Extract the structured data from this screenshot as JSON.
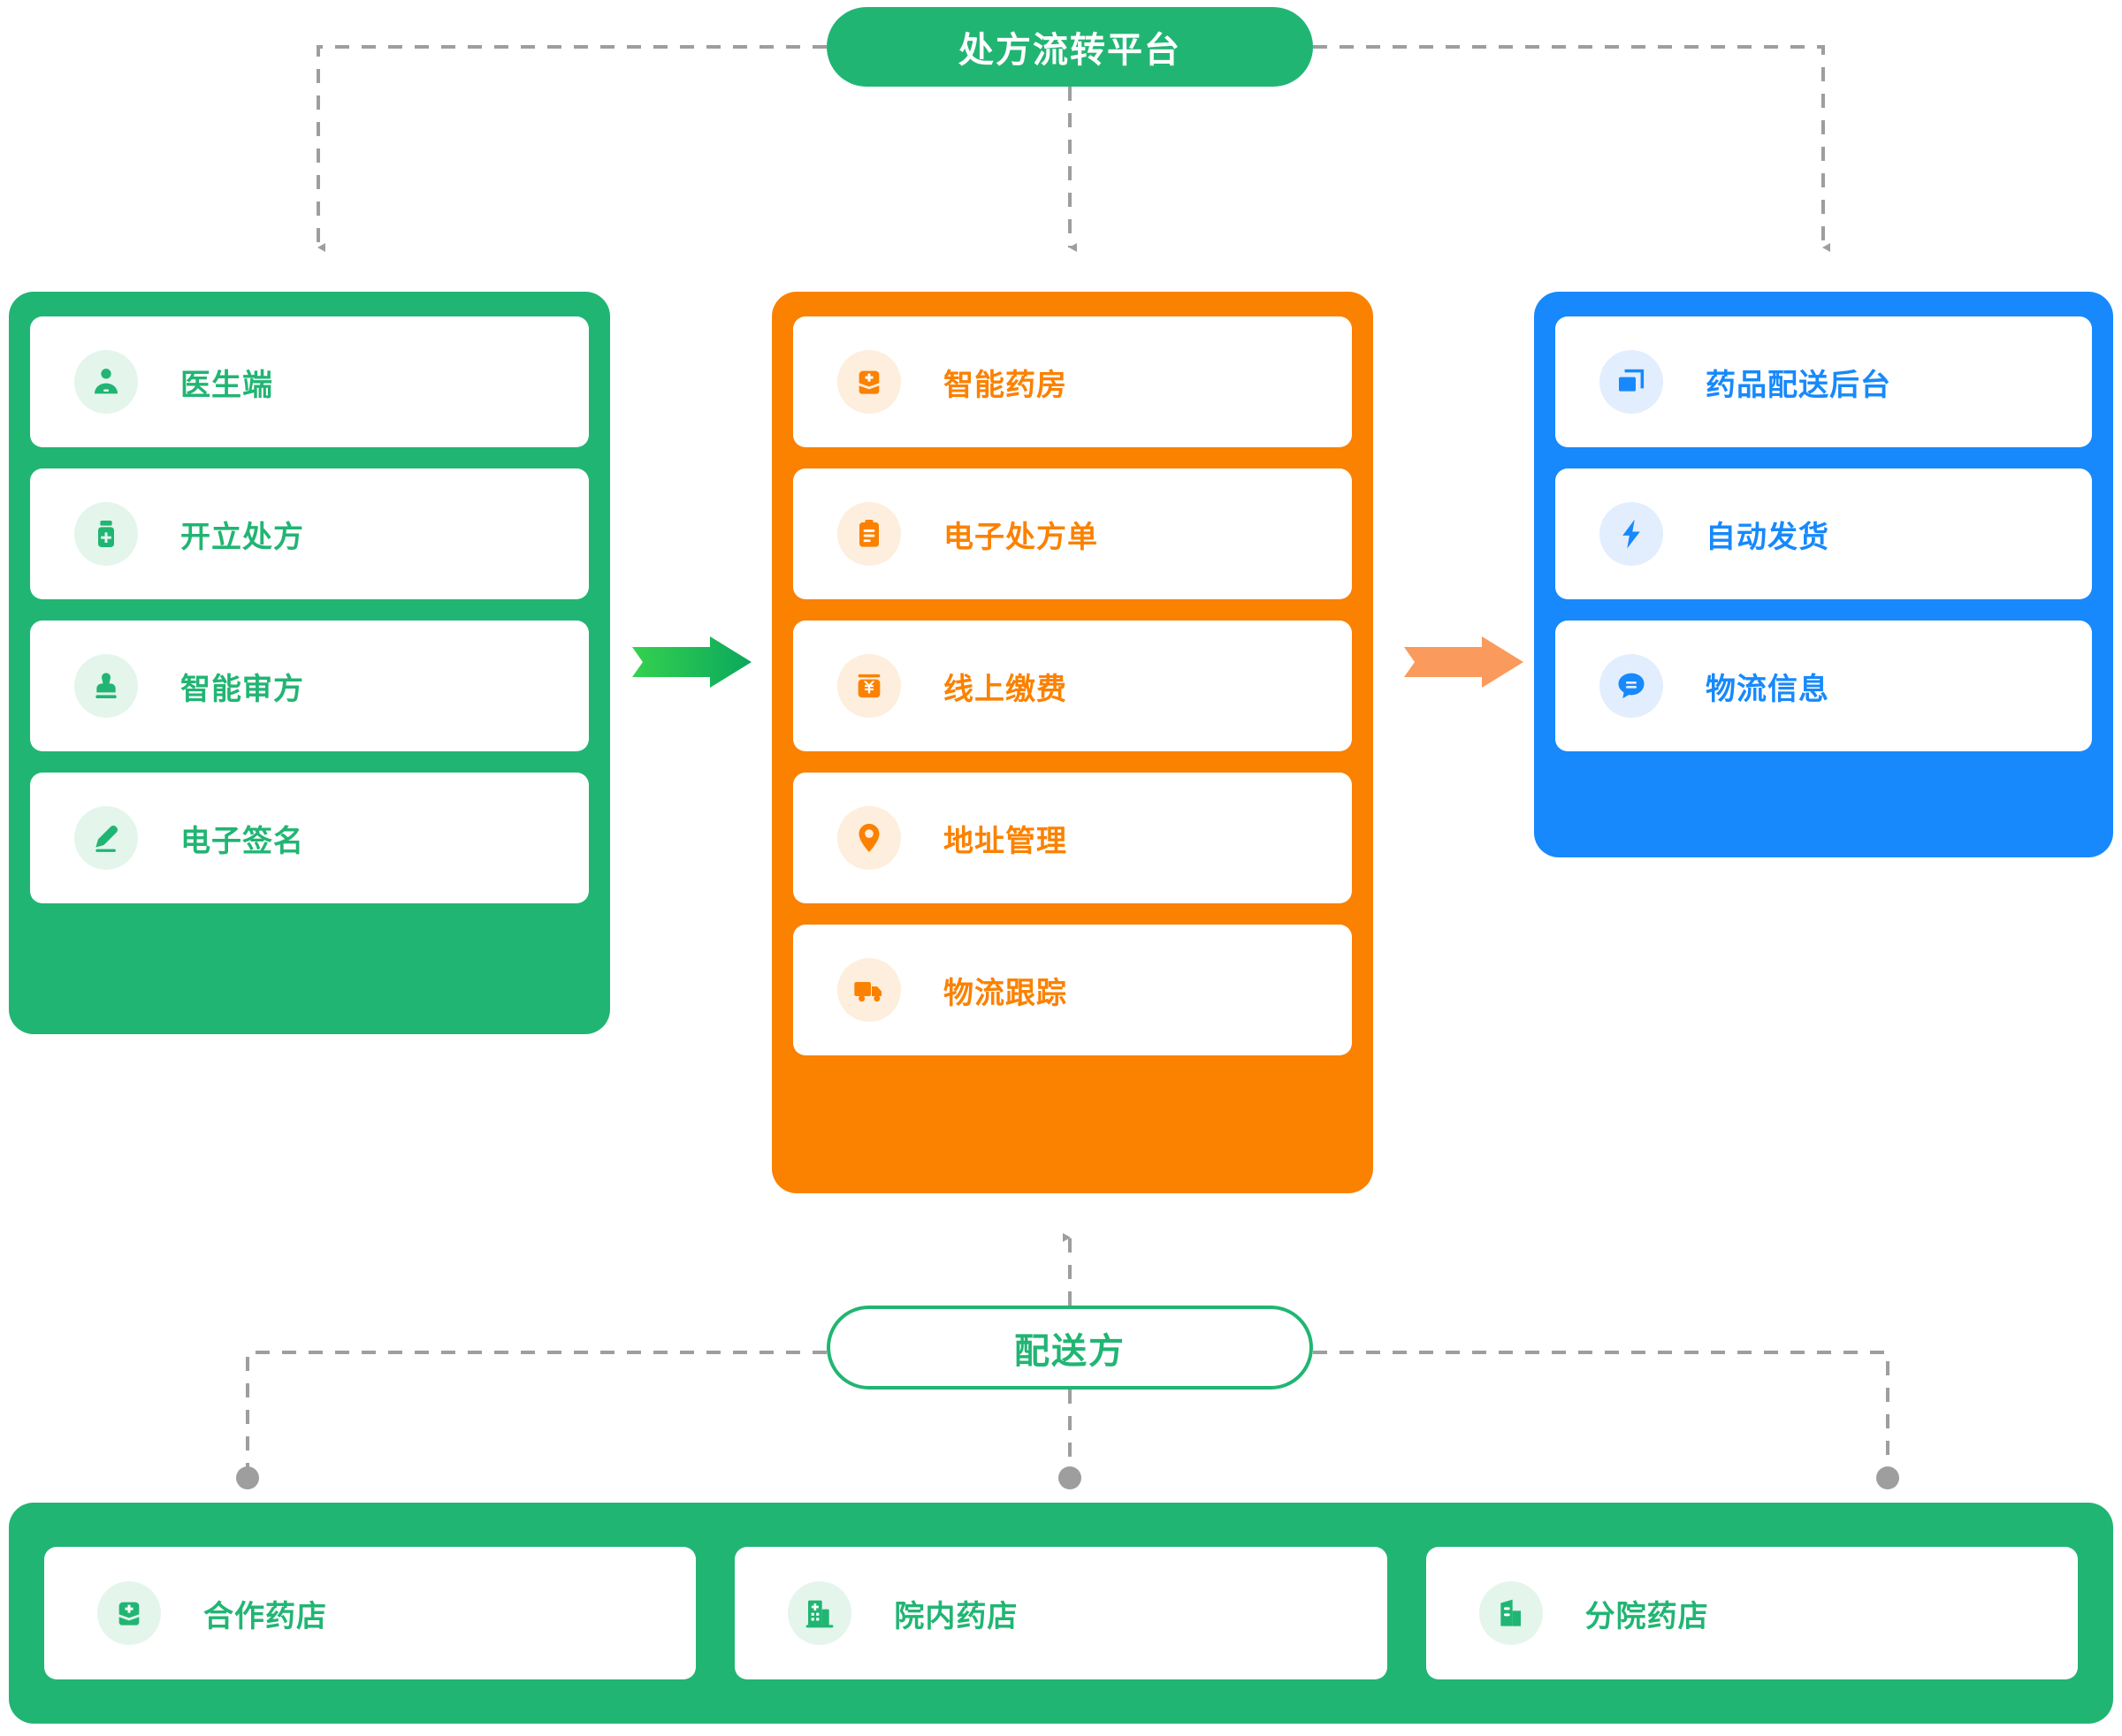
{
  "diagram": {
    "title": "处方流转平台",
    "bottom_hub": "配送方",
    "colors": {
      "green": "#21b573",
      "orange": "#fb8100",
      "blue": "#1789fc",
      "green_tint": "#e4f5ec",
      "orange_tint": "#fdeedd",
      "blue_tint": "#e2eefd",
      "connector_gray": "#9e9e9e",
      "arrow_green_from": "#35d14f",
      "arrow_green_to": "#0aa85c",
      "arrow_orange": "#fa9a5c"
    }
  },
  "columns": {
    "doctor": {
      "accent": "green",
      "items": [
        {
          "label": "医生端",
          "icon": "doctor-user-icon"
        },
        {
          "label": "开立处方",
          "icon": "medicine-bottle-icon"
        },
        {
          "label": "智能审方",
          "icon": "stamp-icon"
        },
        {
          "label": "电子签名",
          "icon": "pen-signature-icon"
        }
      ]
    },
    "pharmacy": {
      "accent": "orange",
      "items": [
        {
          "label": "智能药房",
          "icon": "pharmacy-bag-icon"
        },
        {
          "label": "电子处方单",
          "icon": "clipboard-icon"
        },
        {
          "label": "线上缴费",
          "icon": "yuan-payment-icon"
        },
        {
          "label": "地址管理",
          "icon": "map-pin-icon"
        },
        {
          "label": "物流跟踪",
          "icon": "delivery-truck-icon"
        }
      ]
    },
    "delivery": {
      "accent": "blue",
      "items": [
        {
          "label": "药品配送后台",
          "icon": "window-layers-icon"
        },
        {
          "label": "自动发货",
          "icon": "lightning-bolt-icon"
        },
        {
          "label": "物流信息",
          "icon": "chat-bubble-icon"
        }
      ]
    }
  },
  "bottom_row": {
    "accent": "green",
    "items": [
      {
        "label": "合作药店",
        "icon": "pharmacy-bag-icon"
      },
      {
        "label": "院内药店",
        "icon": "hospital-building-icon"
      },
      {
        "label": "分院药店",
        "icon": "branch-building-icon"
      }
    ]
  }
}
